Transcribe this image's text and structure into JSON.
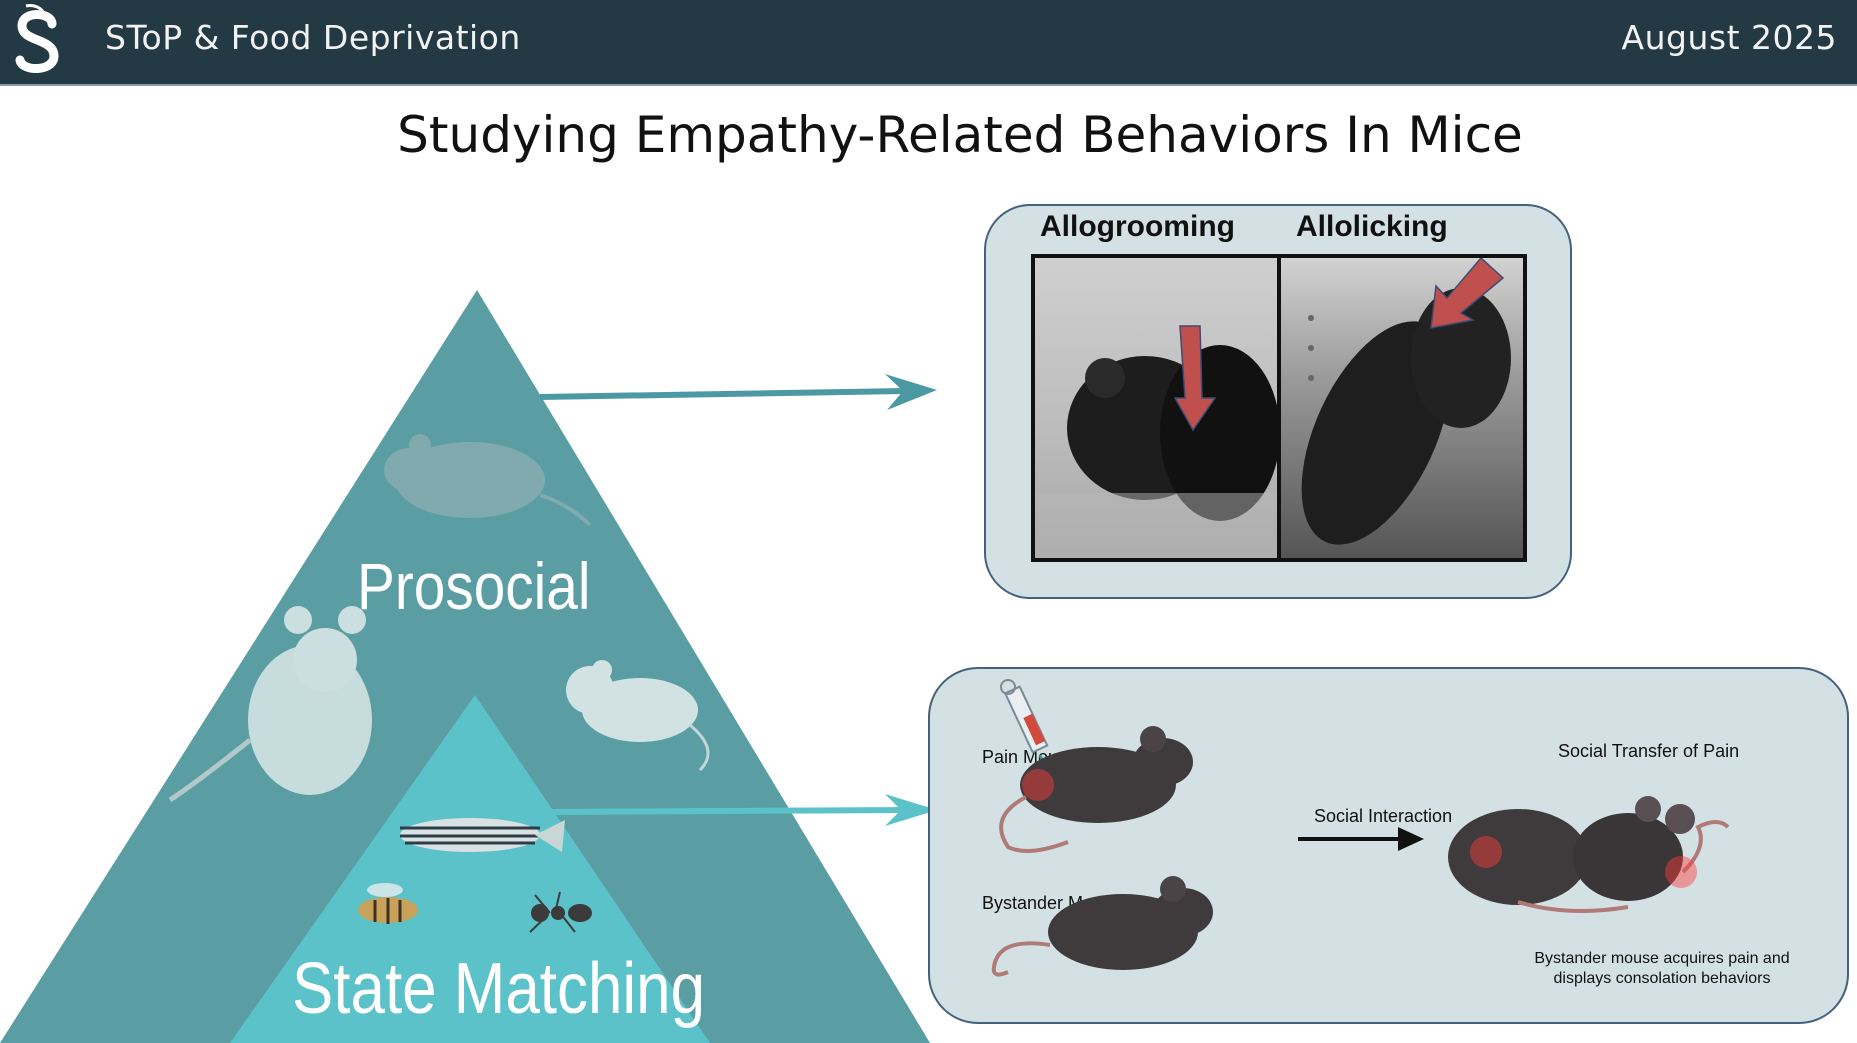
{
  "header": {
    "title": "SToP & Food Deprivation",
    "date": "August 2025"
  },
  "page_title": "Studying Empathy-Related Behaviors In Mice",
  "pyramid": {
    "top_label": "Prosocial",
    "bottom_label": "State Matching"
  },
  "photos": {
    "left_label": "Allogrooming",
    "right_label": "Allolicking"
  },
  "diagram": {
    "pain_mouse": "Pain Mouse",
    "bystander_mouse": "Bystander Mouse",
    "arrow_label": "Social Interaction",
    "result_title": "Social Transfer of Pain",
    "caption_line1": "Bystander mouse acquires pain and",
    "caption_line2": "displays consolation behaviors"
  },
  "colors": {
    "header_bg": "#233a45",
    "pyramid_outer": "#5a9ea4",
    "pyramid_inner": "#5cc2c9",
    "panel_bg": "#d3e1e5",
    "arrow_red": "#c0504d"
  }
}
